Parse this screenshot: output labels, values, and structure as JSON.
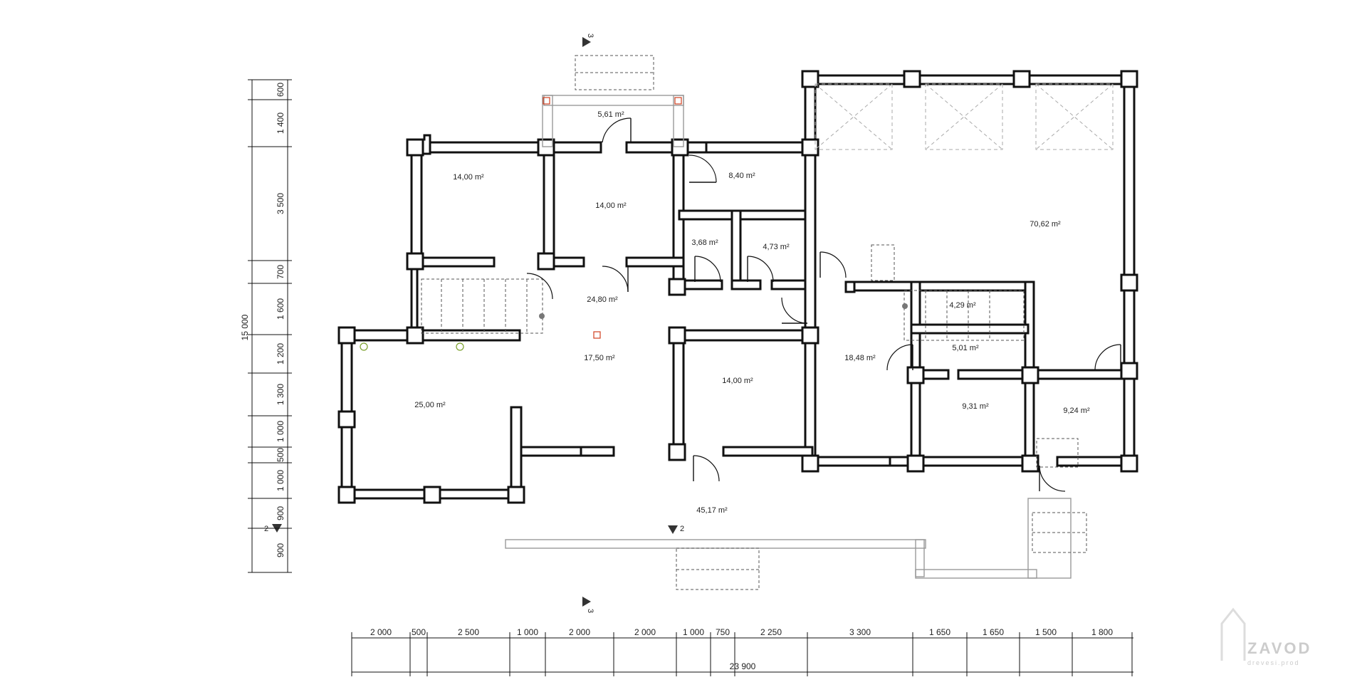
{
  "rooms": [
    {
      "id": "room-1",
      "area": "14,00 m²"
    },
    {
      "id": "room-2",
      "area": "14,00 m²"
    },
    {
      "id": "room-3",
      "area": "8,40 m²"
    },
    {
      "id": "room-4",
      "area": "3,68 m²"
    },
    {
      "id": "room-5",
      "area": "4,73 m²"
    },
    {
      "id": "room-6",
      "area": "24,80 m²"
    },
    {
      "id": "room-7",
      "area": "5,61 m²"
    },
    {
      "id": "room-8",
      "area": "70,62 m²"
    },
    {
      "id": "room-9",
      "area": "4,29 m²"
    },
    {
      "id": "room-10",
      "area": "18,48 m²"
    },
    {
      "id": "room-11",
      "area": "5,01 m²"
    },
    {
      "id": "room-12",
      "area": "9,31 m²"
    },
    {
      "id": "room-13",
      "area": "9,24 m²"
    },
    {
      "id": "room-14",
      "area": "25,00 m²"
    },
    {
      "id": "room-15",
      "area": "17,50 m²"
    },
    {
      "id": "room-16",
      "area": "14,00 m²"
    },
    {
      "id": "room-17",
      "area": "45,17 m²"
    }
  ],
  "dimensions": {
    "horizontal_segments": [
      "2 000",
      "500",
      "2 500",
      "1 000",
      "2 000",
      "2 000",
      "1 000",
      "750",
      "2 250",
      "3 300",
      "1 650",
      "1 650",
      "1 500",
      "1 800"
    ],
    "horizontal_total": "23 900",
    "vertical_segments": [
      "600",
      "1 400",
      "3 500",
      "700",
      "1 600",
      "1 200",
      "1 300",
      "1 000",
      "500",
      "1 000",
      "900",
      "900"
    ],
    "vertical_total": "15 000"
  },
  "section_marks": {
    "top": "3",
    "bottom": "3",
    "left": "2",
    "center": "2"
  },
  "logo": {
    "name": "ZAVOD",
    "sub": "drevesi.prod"
  }
}
